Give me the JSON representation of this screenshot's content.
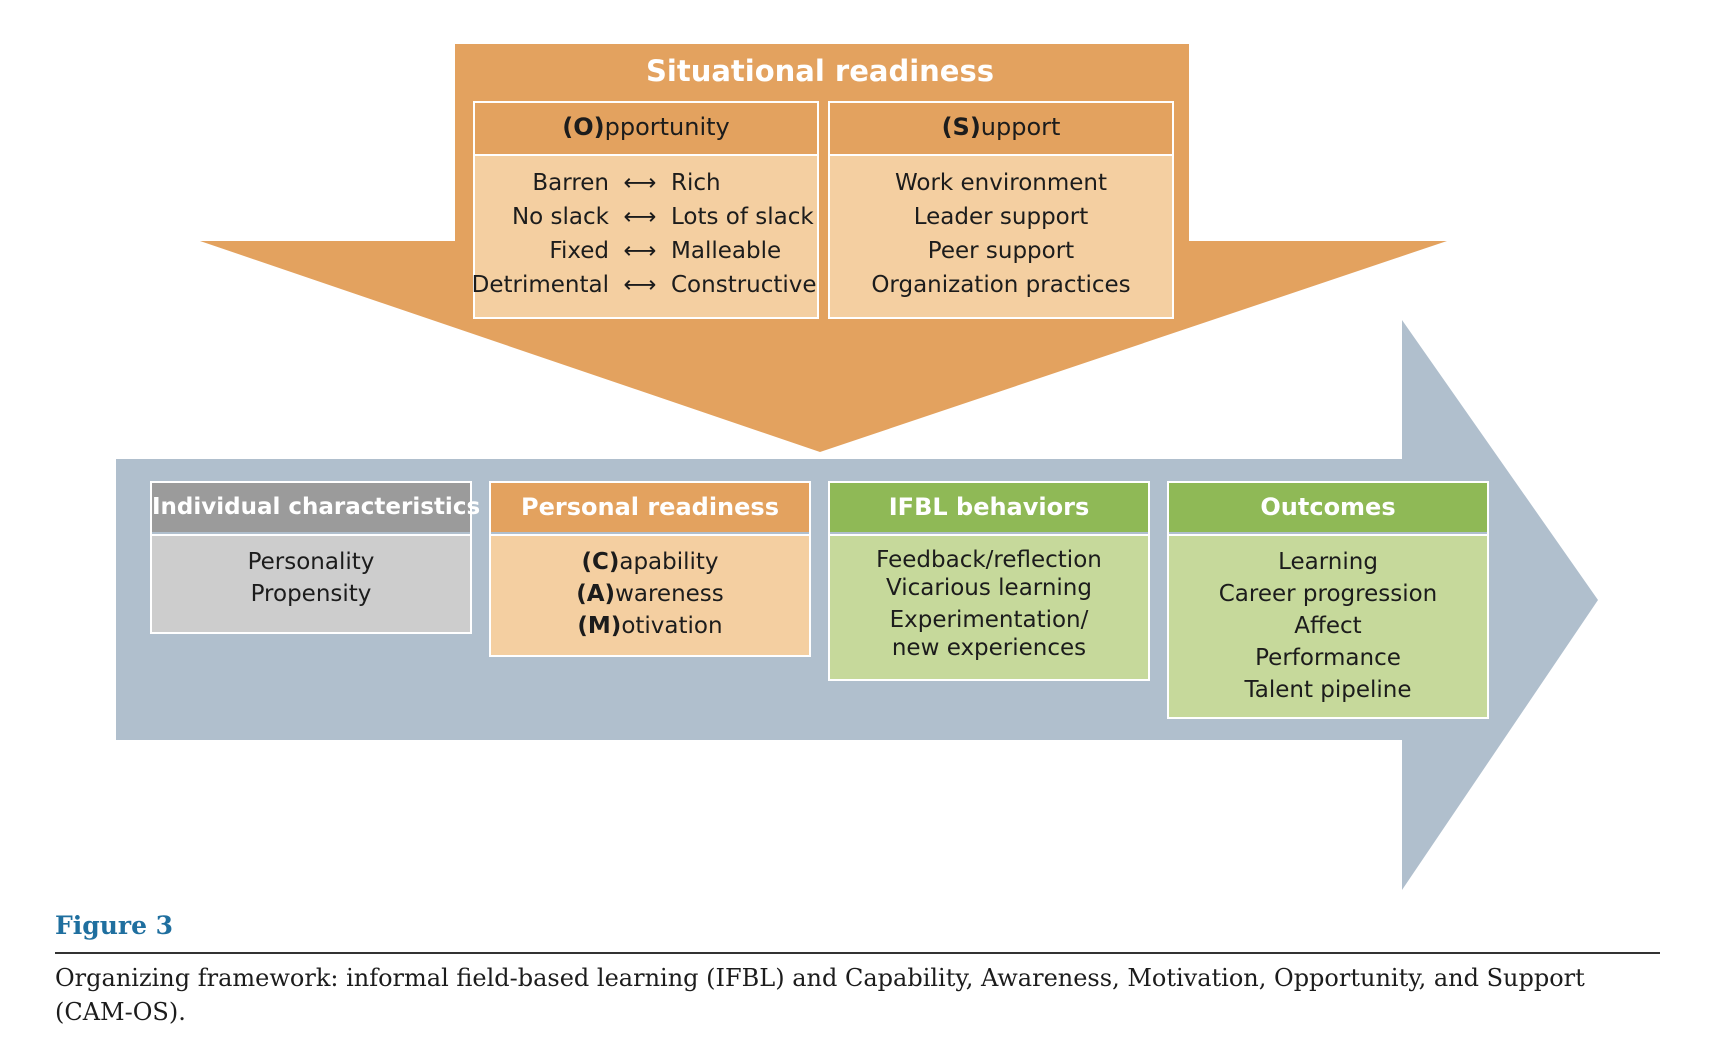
{
  "situational_readiness": {
    "title": "Situational readiness",
    "opportunity": {
      "key": "(O)",
      "rest": "pportunity",
      "arrow": "⟷",
      "pairs": [
        {
          "left": "Barren",
          "right": "Rich"
        },
        {
          "left": "No slack",
          "right": "Lots of slack"
        },
        {
          "left": "Fixed",
          "right": "Malleable"
        },
        {
          "left": "Detrimental",
          "right": "Constructive"
        }
      ]
    },
    "support": {
      "key": "(S)",
      "rest": "upport",
      "items": [
        "Work environment",
        "Leader support",
        "Peer support",
        "Organization practices"
      ]
    }
  },
  "individual_characteristics": {
    "title": "Individual characteristics",
    "items": [
      "Personality",
      "Propensity"
    ]
  },
  "personal_readiness": {
    "title": "Personal readiness",
    "items": [
      {
        "key": "(C)",
        "rest": "apability"
      },
      {
        "key": "(A)",
        "rest": "wareness"
      },
      {
        "key": "(M)",
        "rest": "otivation"
      }
    ]
  },
  "ifbl_behaviors": {
    "title": "IFBL behaviors",
    "items": [
      "Feedback/reflection",
      "Vicarious learning",
      "Experimentation/",
      "new experiences"
    ]
  },
  "outcomes": {
    "title": "Outcomes",
    "items": [
      "Learning",
      "Career progression",
      "Affect",
      "Performance",
      "Talent pipeline"
    ]
  },
  "figure": {
    "label": "Figure 3",
    "caption": "Organizing framework: informal field-based learning (IFBL) and Capability, Awareness, Motivation, Opportunity, and Support (CAM-OS)."
  },
  "colors": {
    "orange_dark": "#e3a25f",
    "orange_light": "#f4cfa1",
    "gray_dark": "#9b9b9b",
    "gray_light": "#cdcdcd",
    "green_dark": "#8fb956",
    "green_light": "#c6d99b",
    "arrow_blue_gray": "#b0bfcd",
    "figure_label": "#1f6f9f"
  }
}
